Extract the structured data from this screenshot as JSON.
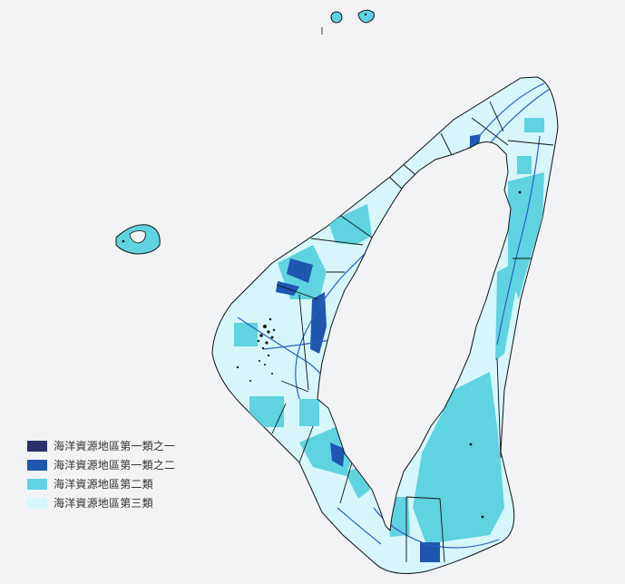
{
  "legend": {
    "items": [
      {
        "label": "海洋資源地區第一類之一",
        "color": "#2b2f6b"
      },
      {
        "label": "海洋資源地區第一類之二",
        "color": "#1f56b0"
      },
      {
        "label": "海洋資源地區第二類",
        "color": "#5fd3e0"
      },
      {
        "label": "海洋資源地區第三類",
        "color": "#d6f6fb"
      }
    ]
  },
  "colors": {
    "background": "#f2f3f5",
    "land": "#f2f3f5",
    "boundary": "#111111",
    "shipping_route": "#2a5fc0"
  }
}
